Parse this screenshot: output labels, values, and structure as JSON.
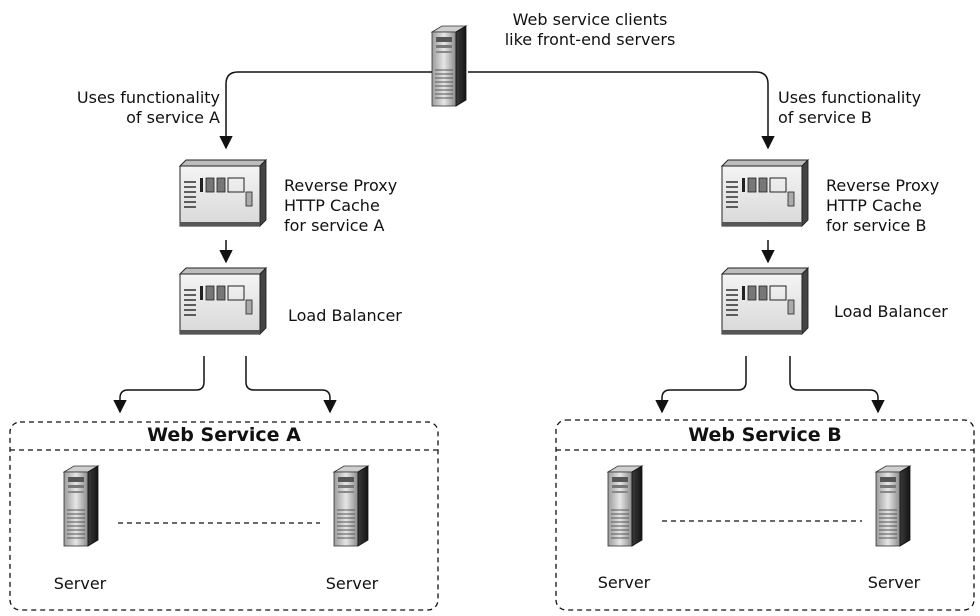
{
  "client": {
    "label_lines": [
      "Web service clients",
      "like front-end servers"
    ]
  },
  "branch_a": {
    "uses_lines": [
      "Uses functionality",
      "of service A"
    ],
    "proxy_lines": [
      "Reverse Proxy",
      "HTTP Cache",
      "for service A"
    ],
    "balancer_label": "Load Balancer",
    "service_title": "Web Service A",
    "server_left_label": "Server",
    "server_right_label": "Server"
  },
  "branch_b": {
    "uses_lines": [
      "Uses functionality",
      "of service B"
    ],
    "proxy_lines": [
      "Reverse Proxy",
      "HTTP Cache",
      "for service B"
    ],
    "balancer_label": "Load Balancer",
    "service_title": "Web Service B",
    "server_left_label": "Server",
    "server_right_label": "Server"
  },
  "icons": {
    "client_server": "tower-server-icon",
    "proxy": "rack-server-icon",
    "balancer": "rack-server-icon",
    "service_servers": "tower-server-icon"
  }
}
